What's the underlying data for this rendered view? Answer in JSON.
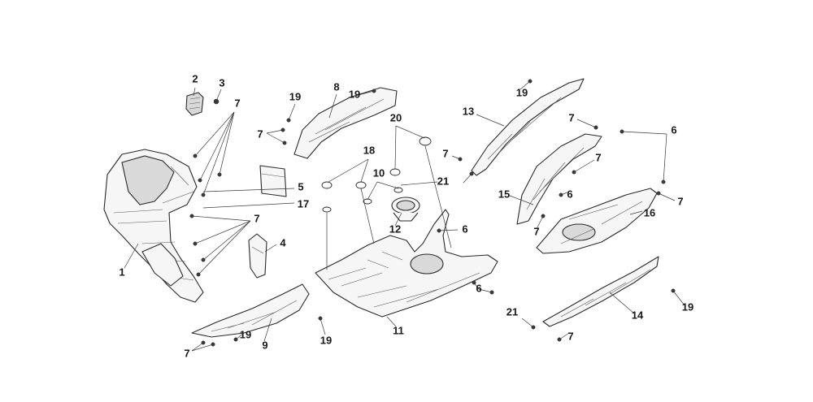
{
  "callouts": [
    {
      "id": "c1",
      "text": "1"
    },
    {
      "id": "c2",
      "text": "2"
    },
    {
      "id": "c3",
      "text": "3"
    },
    {
      "id": "c4",
      "text": "4"
    },
    {
      "id": "c5",
      "text": "5"
    },
    {
      "id": "c6a",
      "text": "6"
    },
    {
      "id": "c6b",
      "text": "6"
    },
    {
      "id": "c6c",
      "text": "6"
    },
    {
      "id": "c6d",
      "text": "6"
    },
    {
      "id": "c7a",
      "text": "7"
    },
    {
      "id": "c7b",
      "text": "7"
    },
    {
      "id": "c7c",
      "text": "7"
    },
    {
      "id": "c7d",
      "text": "7"
    },
    {
      "id": "c7e",
      "text": "7"
    },
    {
      "id": "c7f",
      "text": "7"
    },
    {
      "id": "c7g",
      "text": "7"
    },
    {
      "id": "c7h",
      "text": "7"
    },
    {
      "id": "c7i",
      "text": "7"
    },
    {
      "id": "c7j",
      "text": "7"
    },
    {
      "id": "c8",
      "text": "8"
    },
    {
      "id": "c9",
      "text": "9"
    },
    {
      "id": "c10",
      "text": "10"
    },
    {
      "id": "c11",
      "text": "11"
    },
    {
      "id": "c12",
      "text": "12"
    },
    {
      "id": "c13",
      "text": "13"
    },
    {
      "id": "c14",
      "text": "14"
    },
    {
      "id": "c15",
      "text": "15"
    },
    {
      "id": "c16",
      "text": "16"
    },
    {
      "id": "c17",
      "text": "17"
    },
    {
      "id": "c18",
      "text": "18"
    },
    {
      "id": "c19a",
      "text": "19"
    },
    {
      "id": "c19b",
      "text": "19"
    },
    {
      "id": "c19c",
      "text": "19"
    },
    {
      "id": "c19d",
      "text": "19"
    },
    {
      "id": "c19e",
      "text": "19"
    },
    {
      "id": "c19f",
      "text": "19"
    },
    {
      "id": "c20",
      "text": "20"
    },
    {
      "id": "c21a",
      "text": "21"
    },
    {
      "id": "c21b",
      "text": "21"
    }
  ]
}
